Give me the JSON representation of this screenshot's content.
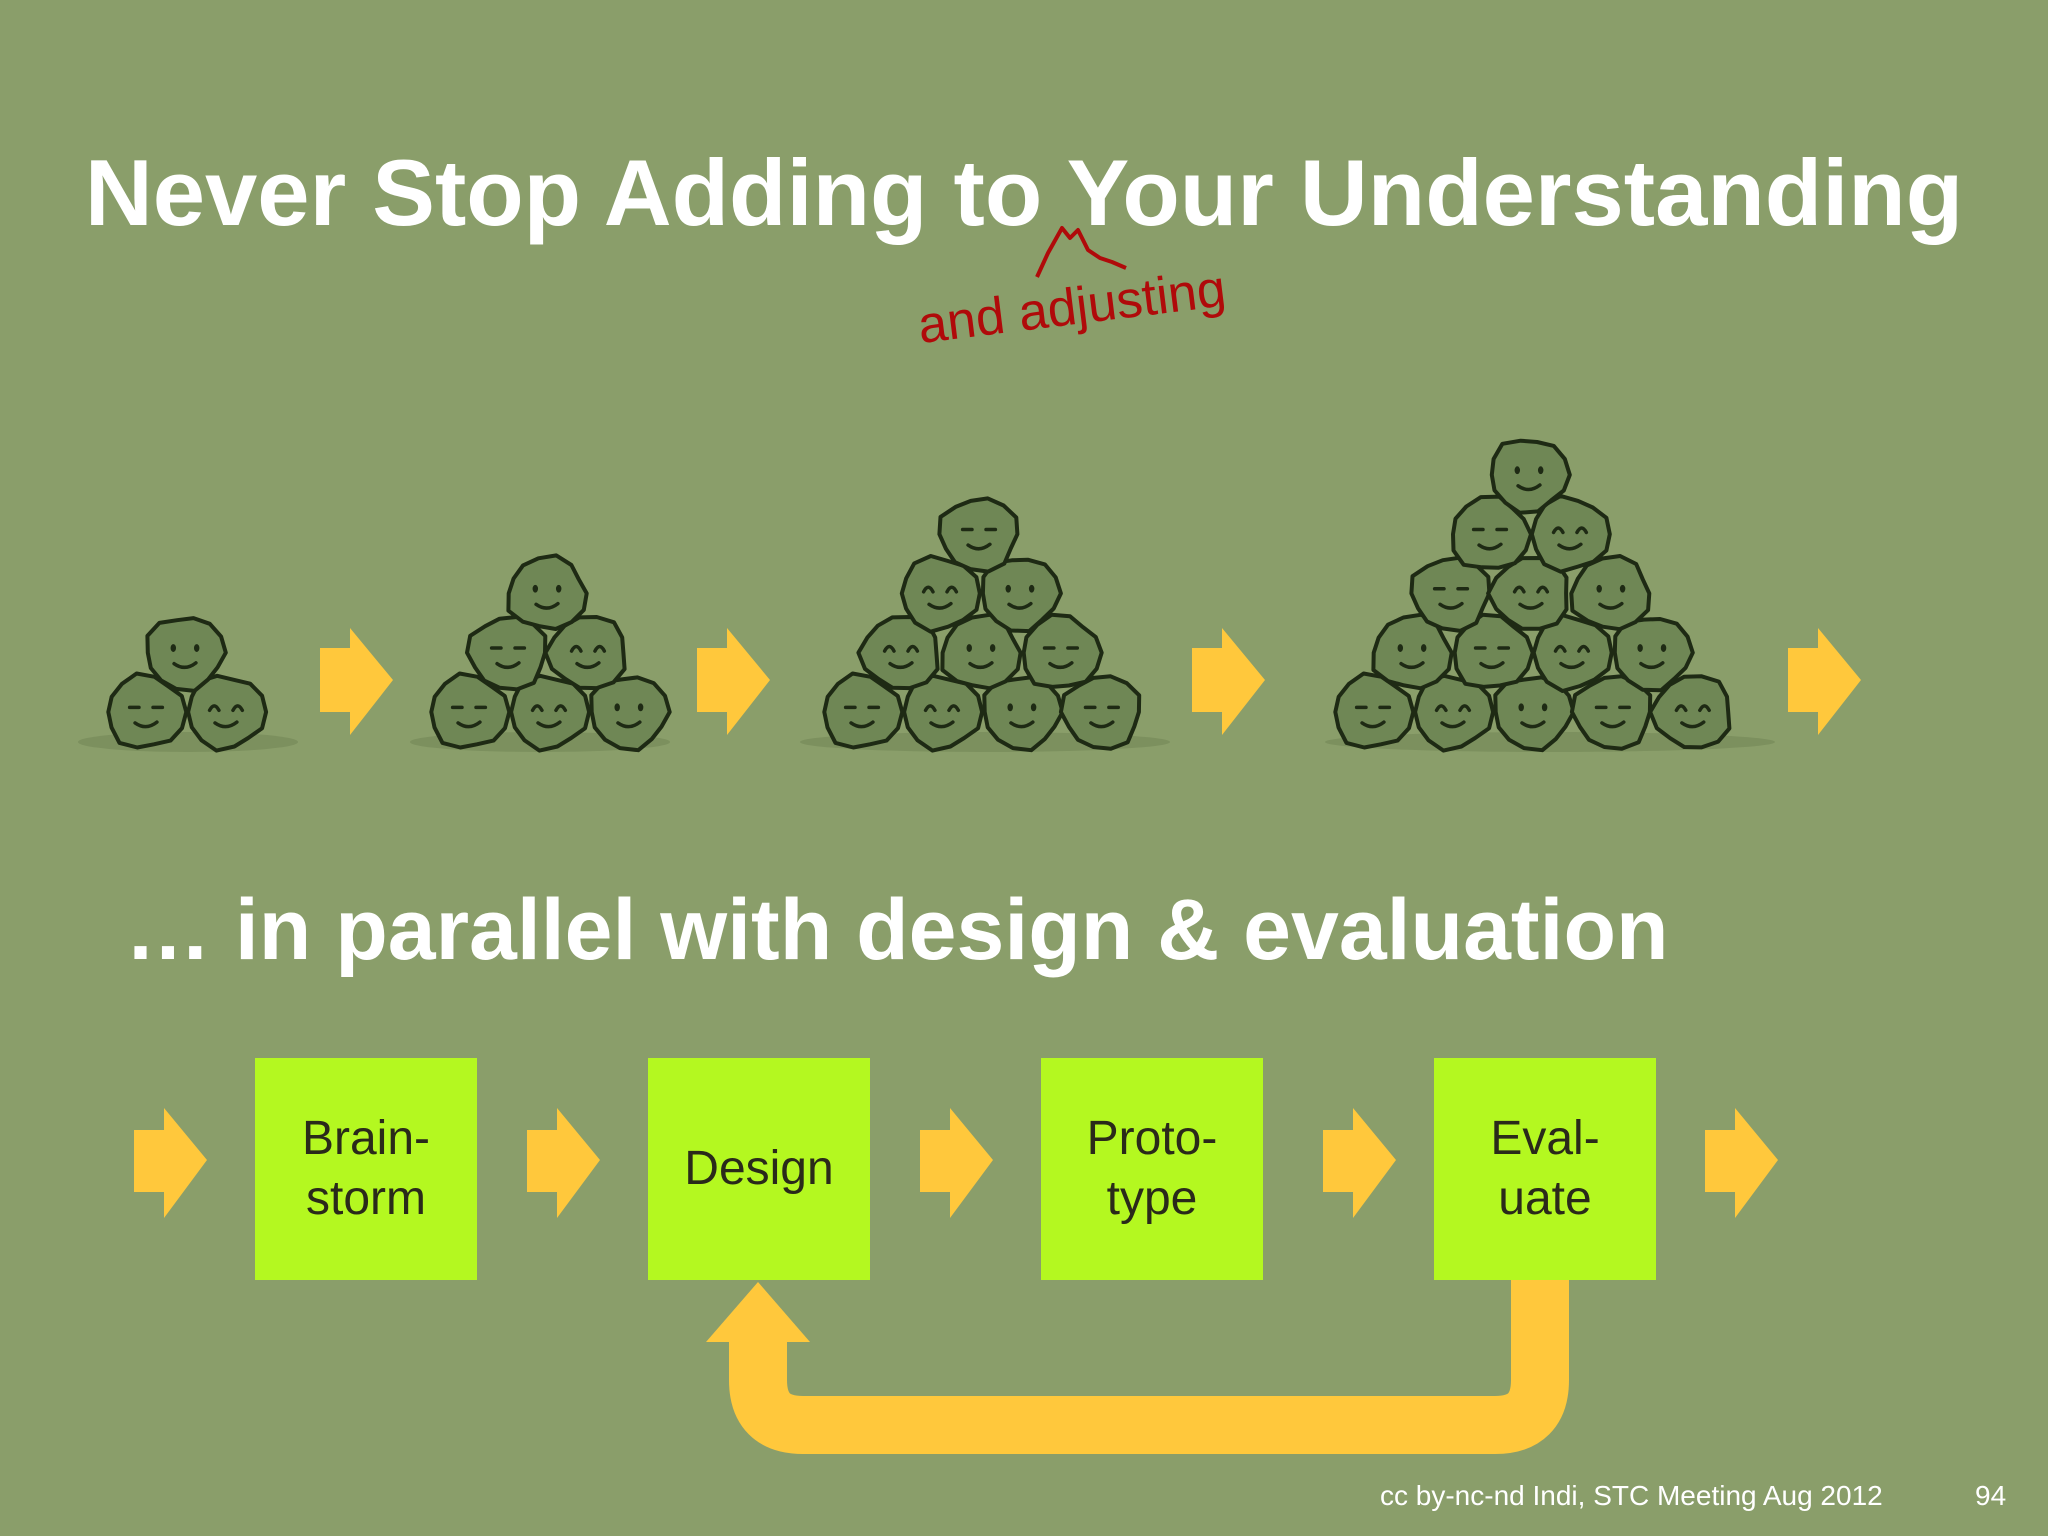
{
  "slide": {
    "title": "Never Stop Adding to Your Understanding",
    "annotation": "and adjusting",
    "subtitle": "… in parallel with design & evaluation",
    "footer": "cc by-nc-nd Indi, STC Meeting Aug 2012",
    "page_number": "94"
  },
  "process": {
    "steps": [
      {
        "label": "Brain-\nstorm"
      },
      {
        "label": "Design"
      },
      {
        "label": "Proto-\ntype"
      },
      {
        "label": "Eval-\nuate"
      }
    ]
  },
  "colors": {
    "background": "#8a9e6a",
    "step_box": "#b4f820",
    "arrow": "#ffc83c",
    "annotation": "#b00a0a",
    "face_fill": "#6f8755",
    "face_stroke": "#1e2a14"
  },
  "icons": {
    "face": "smiley-face-blob-icon",
    "arrow": "right-arrow-icon",
    "loop": "feedback-loop-arrow-icon",
    "caret": "insertion-caret-icon"
  }
}
